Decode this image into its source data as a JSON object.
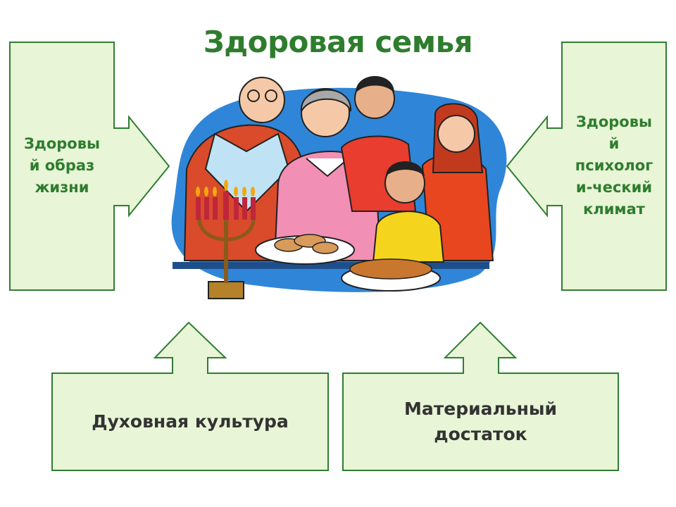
{
  "title": "Здоровая семья",
  "left_box": {
    "text": "Здоровы\nй образ\nжизни"
  },
  "right_box": {
    "text": "Здоровы\nй\nпсихолог\nи-ческий\nклимат"
  },
  "bottom_left_box": {
    "text": "Духовная культура"
  },
  "bottom_right_box": {
    "text": "Материальный\nдостаток"
  },
  "colors": {
    "box_fill": "#e8f5d6",
    "box_border": "#2f7d32",
    "title": "#2e7d2e"
  },
  "illustration": {
    "icon": "family-at-holiday-table-illustration"
  }
}
